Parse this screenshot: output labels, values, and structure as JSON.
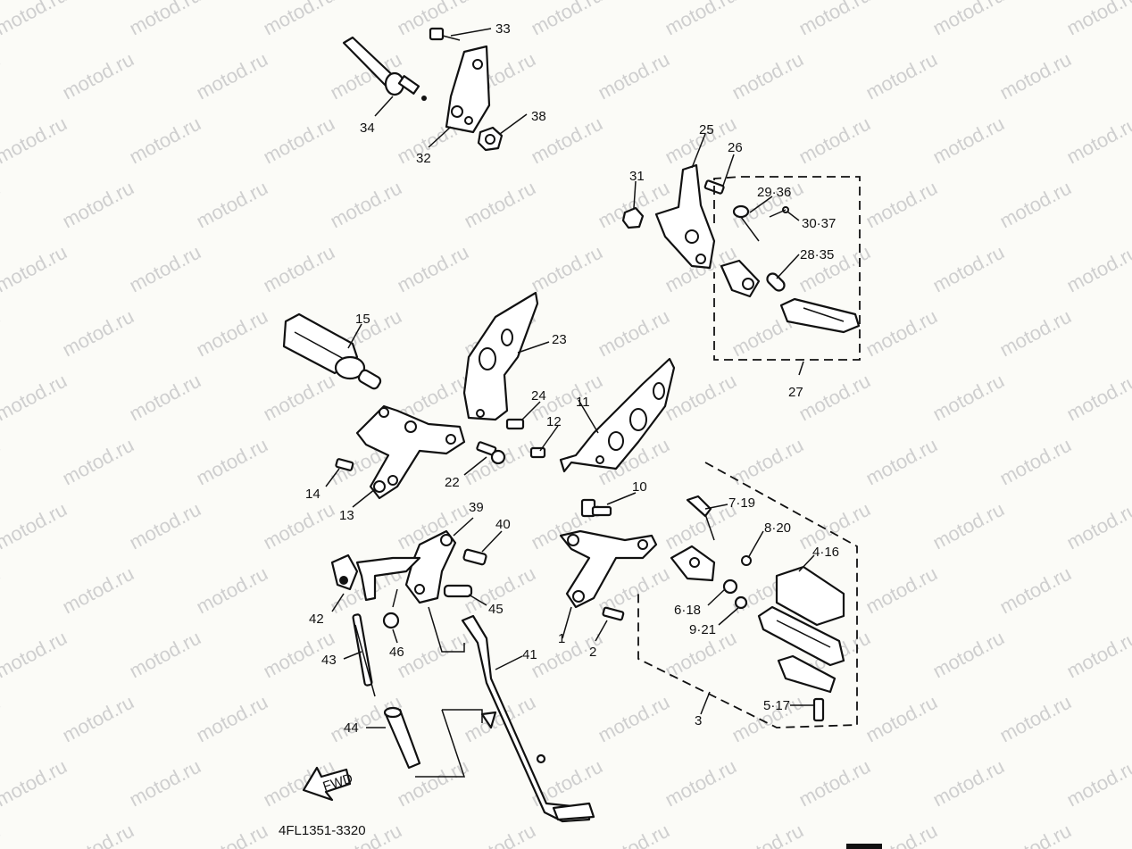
{
  "watermark": "motod.ru",
  "diagram_code": "4FL1351-3320",
  "fwd_arrow_label": "FWD",
  "callouts": {
    "c1": "1",
    "c2": "2",
    "c3": "3",
    "c4_16": "4·16",
    "c5_17": "5·17",
    "c6_18": "6·18",
    "c7_19": "7·19",
    "c8_20": "8·20",
    "c9_21": "9·21",
    "c10": "10",
    "c11": "11",
    "c12": "12",
    "c13": "13",
    "c14": "14",
    "c15": "15",
    "c22": "22",
    "c23": "23",
    "c24": "24",
    "c25": "25",
    "c26": "26",
    "c27": "27",
    "c28_35": "28·35",
    "c29_36": "29·36",
    "c30_37": "30·37",
    "c31": "31",
    "c32": "32",
    "c33": "33",
    "c34": "34",
    "c38": "38",
    "c39": "39",
    "c40": "40",
    "c41": "41",
    "c42": "42",
    "c43": "43",
    "c44": "44",
    "c45": "45",
    "c46": "46"
  }
}
